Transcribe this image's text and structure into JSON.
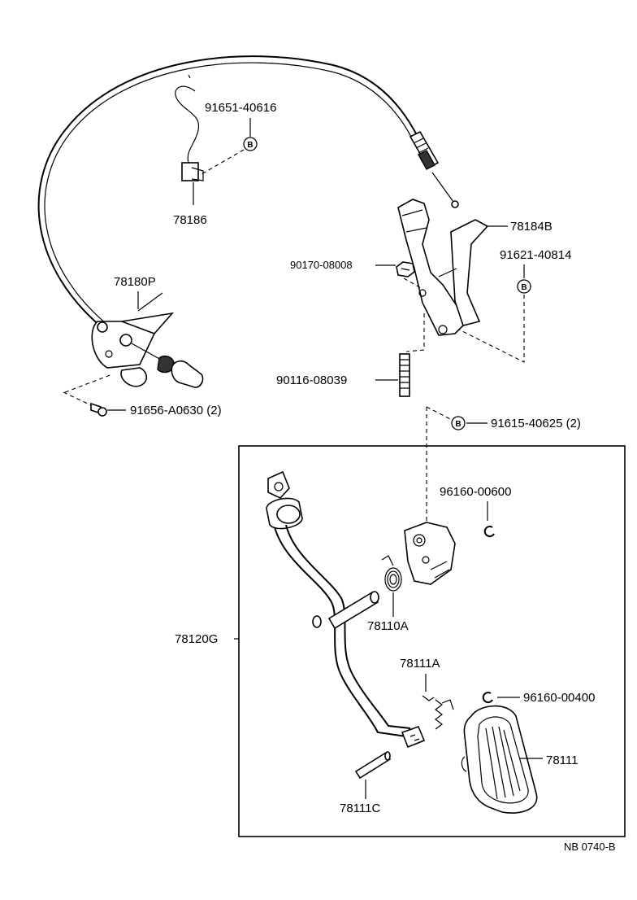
{
  "labels": {
    "p91651": "91651-40616",
    "p78186": "78186",
    "p78180P": "78180P",
    "p91656": "91656-A0630 (2)",
    "p78184B": "78184B",
    "p90170": "90170-08008",
    "p91621": "91621-40814",
    "p90116": "90116-08039",
    "p91615": "91615-40625 (2)",
    "p96160_600": "96160-00600",
    "p78120G": "78120G",
    "p78110A": "78110A",
    "p78111A": "78111A",
    "p96160_400": "96160-00400",
    "p78111": "78111",
    "p78111C": "78111C",
    "drawing_number": "NB 0740-B"
  },
  "badges": {
    "b_letter": "B"
  }
}
